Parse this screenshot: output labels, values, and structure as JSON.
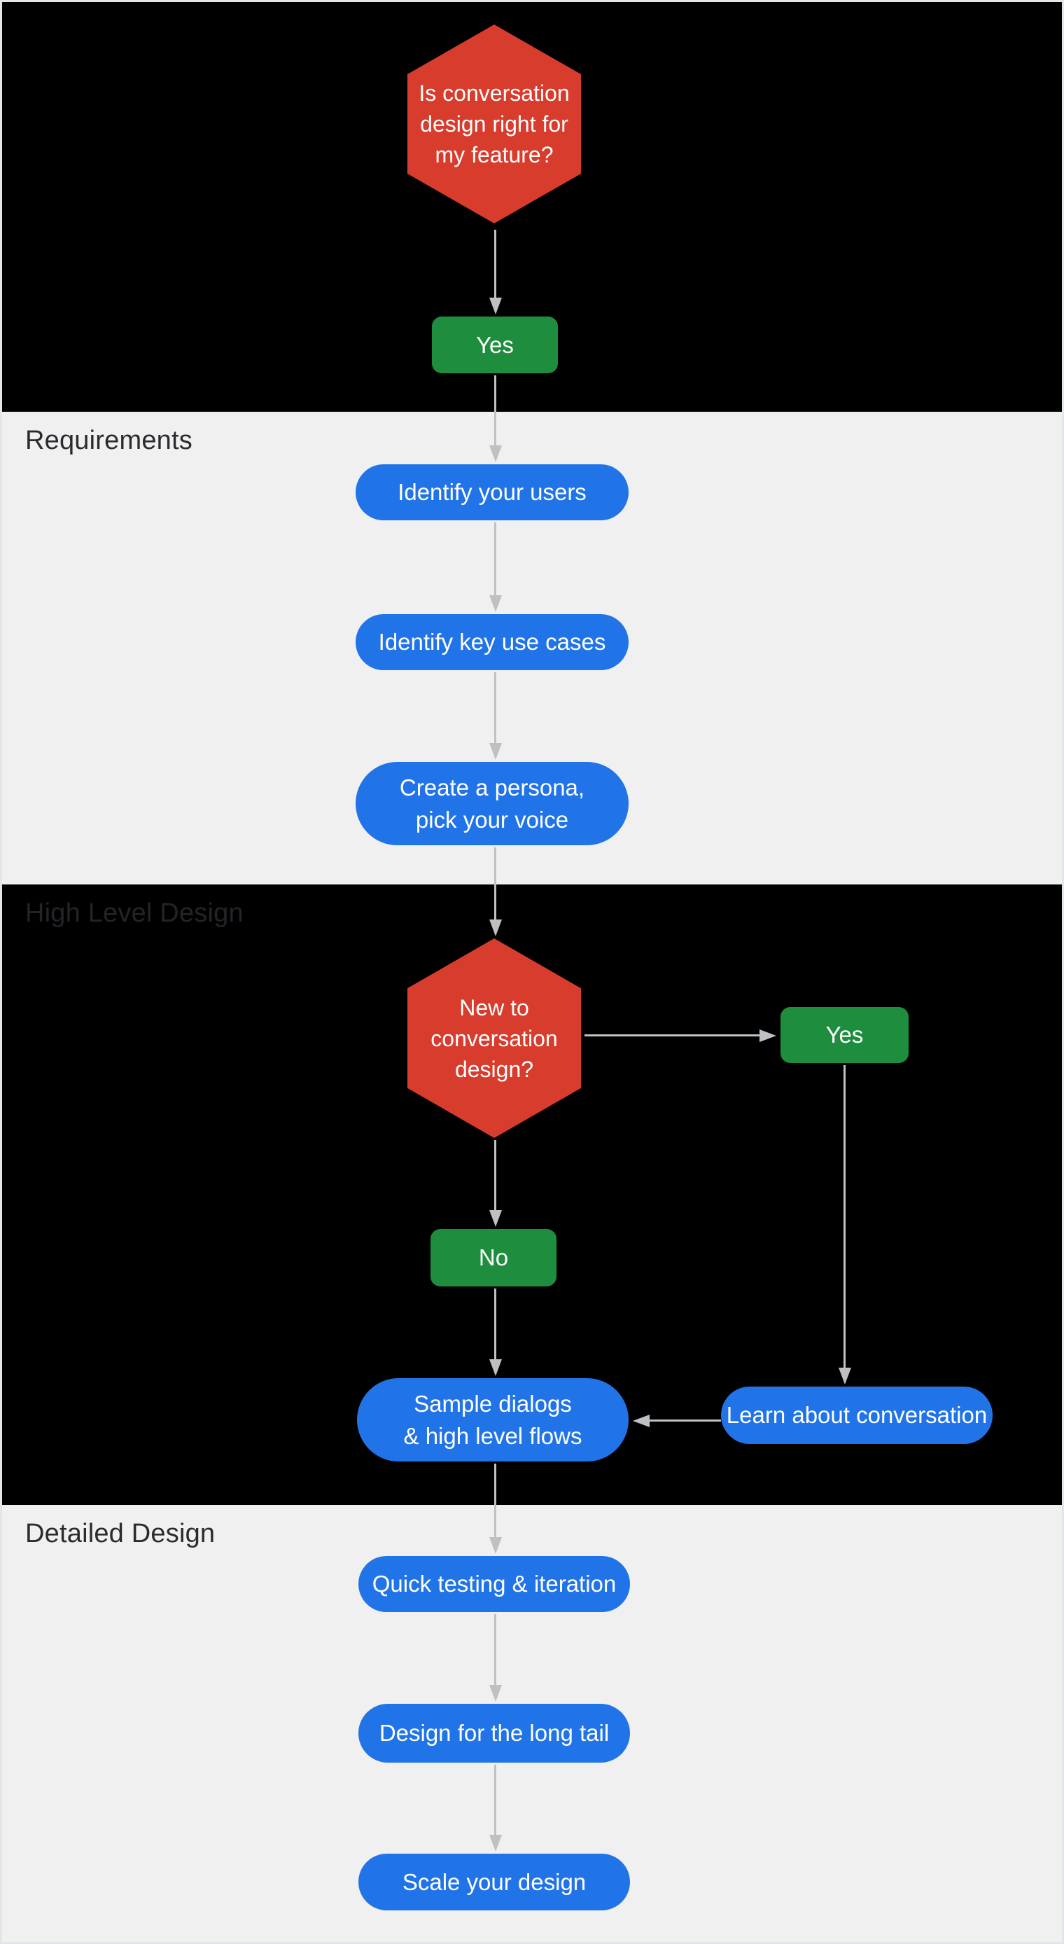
{
  "colors": {
    "section_dark": "#000000",
    "section_light": "#F0F0F0",
    "step_blue": "#2174E8",
    "answer_green": "#1E8E3E",
    "decision_red": "#D83C2D",
    "arrow_gray": "#BEC1C4",
    "label_on_light": "#292B2E",
    "label_on_dark": "#222428",
    "node_text": "#FFFFFF",
    "frame_border": "#E3E5E8"
  },
  "sections": {
    "requirements": {
      "label": "Requirements"
    },
    "high_level_design": {
      "label": "High Level Design"
    },
    "detailed_design": {
      "label": "Detailed Design"
    }
  },
  "nodes": {
    "q_right_for_feature": {
      "type": "decision",
      "lines": [
        "Is conversation",
        "design right for",
        "my feature?"
      ]
    },
    "yes_1": {
      "type": "answer",
      "lines": [
        "Yes"
      ]
    },
    "identify_users": {
      "type": "step",
      "lines": [
        "Identify your users"
      ]
    },
    "identify_use_cases": {
      "type": "step",
      "lines": [
        "Identify key use cases"
      ]
    },
    "create_persona": {
      "type": "step",
      "lines": [
        "Create a persona,",
        "pick your voice"
      ]
    },
    "q_new_to_conversation_design": {
      "type": "decision",
      "lines": [
        "New to",
        "conversation",
        "design?"
      ]
    },
    "yes_2": {
      "type": "answer",
      "lines": [
        "Yes"
      ]
    },
    "no_1": {
      "type": "answer",
      "lines": [
        "No"
      ]
    },
    "sample_dialogs": {
      "type": "step",
      "lines": [
        "Sample dialogs",
        "& high level flows"
      ]
    },
    "learn_about_conversation": {
      "type": "step",
      "lines": [
        "Learn about conversation"
      ]
    },
    "quick_testing": {
      "type": "step",
      "lines": [
        "Quick testing & iteration"
      ]
    },
    "design_long_tail": {
      "type": "step",
      "lines": [
        "Design for the long tail"
      ]
    },
    "scale_design": {
      "type": "step",
      "lines": [
        "Scale your design"
      ]
    }
  }
}
